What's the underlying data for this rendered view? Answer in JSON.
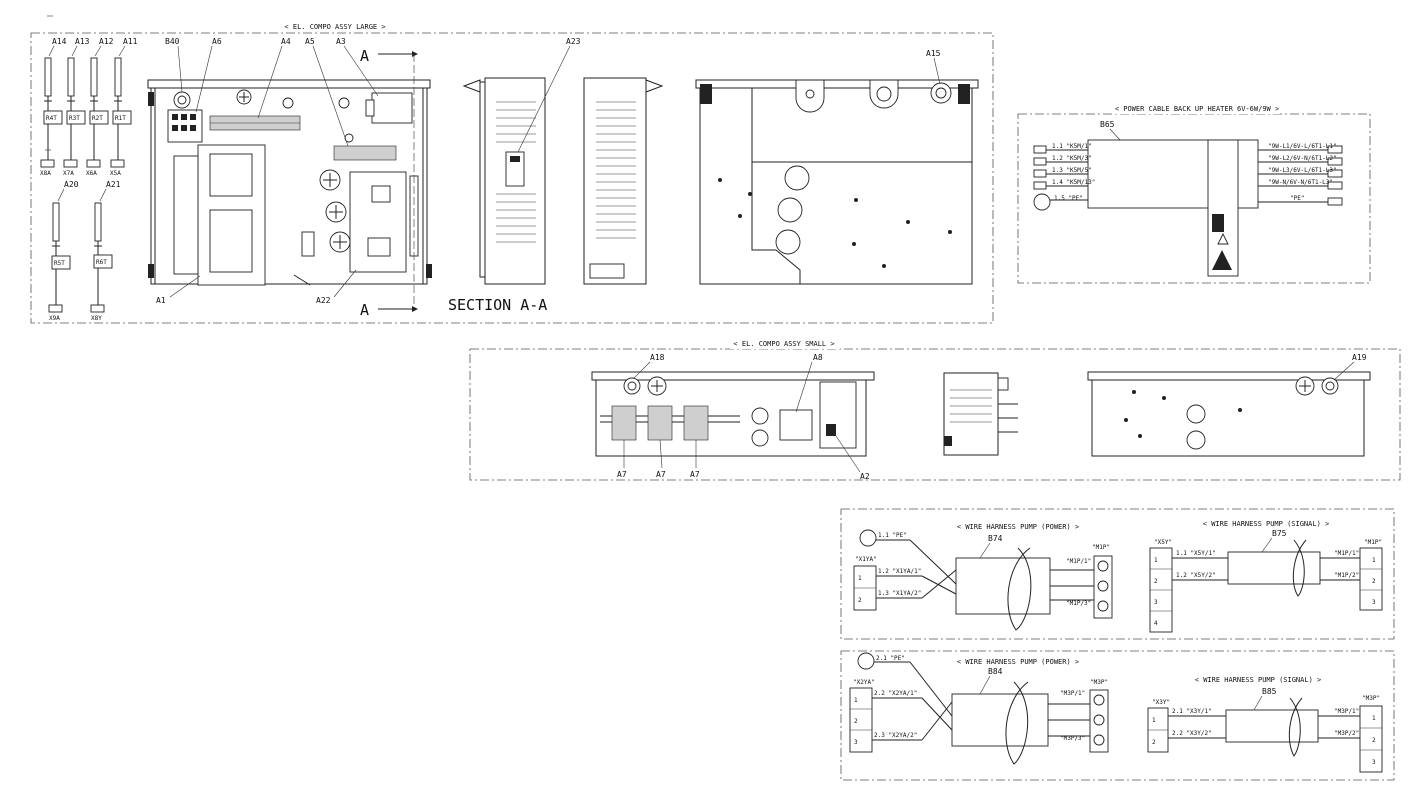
{
  "frames": {
    "large": "< EL. COMPO ASSY LARGE >",
    "small": "< EL. COMPO ASSY SMALL >",
    "heater": "< POWER CABLE BACK UP HEATER 6V-6W/9W >",
    "pump_power": "< WIRE HARNESS PUMP (POWER) >",
    "pump_signal": "< WIRE HARNESS PUMP (SIGNAL) >"
  },
  "section": {
    "title": "SECTION A-A",
    "marker": "A"
  },
  "large_labels": {
    "a14": "A14",
    "a13": "A13",
    "a12": "A12",
    "a11": "A11",
    "r4t": "R4T",
    "r3t": "R3T",
    "r2t": "R2T",
    "r1t": "R1T",
    "x8a": "X8A",
    "x7a": "X7A",
    "x6a": "X6A",
    "x5a": "X5A",
    "a20": "A20",
    "a21": "A21",
    "r5t": "R5T",
    "r6t": "R6T",
    "x9a": "X9A",
    "x8y": "X8Y",
    "b40": "B40",
    "a6": "A6",
    "a4": "A4",
    "a5": "A5",
    "a3": "A3",
    "a23": "A23",
    "a15": "A15",
    "a1": "A1",
    "a22": "A22"
  },
  "small_labels": {
    "a18": "A18",
    "a8": "A8",
    "a19": "A19",
    "a7": "A7",
    "a2": "A2"
  },
  "heater": {
    "cable": "B65",
    "left": [
      "1.1 \"K5M/1\"",
      "1.2 \"K5M/3\"",
      "1.3 \"K5M/5\"",
      "1.4 \"K5M/13\""
    ],
    "ground": "1.5  \"PE\"",
    "right": [
      "\"9W-L1/6V-L/6T1-L1\"",
      "\"9W-L2/6V-N/6T1-L2\"",
      "\"9W-L3/6V-L/6T1-L3\"",
      "\"9W-N/6V-N/6T1-L3\"",
      "\"PE\""
    ]
  },
  "pump1": {
    "power_cable": "B74",
    "signal_cable": "B75",
    "ground": "1.1  \"PE\"",
    "left_conn": "\"X1YA\"",
    "left_pins": [
      "1",
      "2"
    ],
    "wires_left": [
      "1.2  \"X1YA/1\"",
      "1.3  \"X1YA/2\""
    ],
    "wires_right": [
      "\"M1P/1\"",
      "\"M1P/3\""
    ],
    "right_conn": "\"M1P\"",
    "sig_conn": "\"X5Y\"",
    "sig_pins": [
      "1",
      "2",
      "3",
      "4"
    ],
    "sig_wires": [
      "1.1  \"X5Y/1\"",
      "1.2  \"X5Y/2\""
    ],
    "sig_right": [
      "\"M1P/1\"",
      "\"M1P/2\""
    ],
    "sig_right_conn": "\"M1P\"",
    "sig_right_pins": [
      "1",
      "2",
      "3"
    ]
  },
  "pump2": {
    "power_cable": "B84",
    "signal_cable": "B85",
    "ground": "2.1  \"PE\"",
    "left_conn": "\"X2YA\"",
    "left_pins": [
      "1",
      "2",
      "3"
    ],
    "wires_left": [
      "2.2  \"X2YA/1\"",
      "2.3  \"X2YA/2\""
    ],
    "wires_right": [
      "\"M3P/1\"",
      "\"M3P/3\""
    ],
    "right_conn": "\"M3P\"",
    "sig_conn": "\"X3Y\"",
    "sig_pins": [
      "1",
      "2"
    ],
    "sig_wires": [
      "2.1  \"X3Y/1\"",
      "2.2  \"X3Y/2\""
    ],
    "sig_right": [
      "\"M3P/1\"",
      "\"M3P/2\""
    ],
    "sig_right_conn": "\"M3P\"",
    "sig_right_pins": [
      "1",
      "2",
      "3"
    ]
  }
}
